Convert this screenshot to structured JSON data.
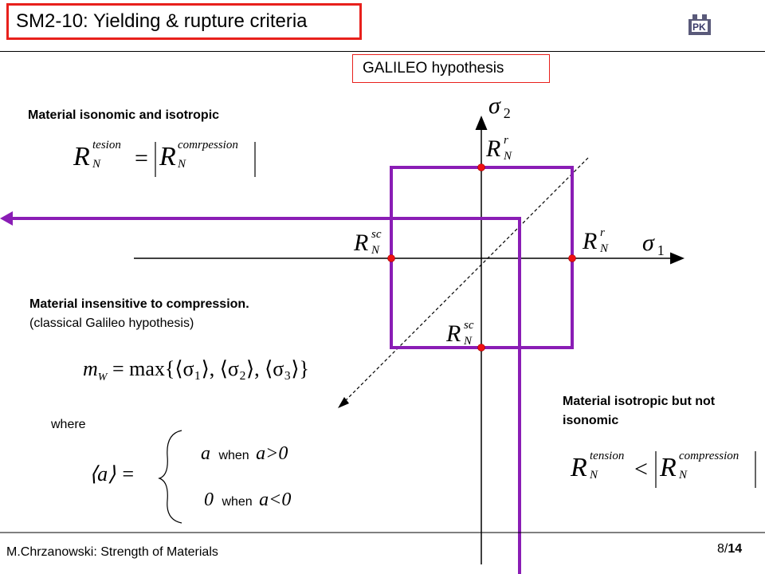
{
  "header": {
    "title": "SM2-10: Yielding & rupture criteria",
    "logo_text": "PK"
  },
  "tag": "GALILEO hypothesis",
  "notes": {
    "isonomic": "Material isonomic and isotropic",
    "insensitive": "Material insensitive to compression.",
    "classical": "(classical Galileo hypothesis)",
    "not_isonomic_1": "Material isotropic but not",
    "not_isonomic_2": "isonomic",
    "where": "where"
  },
  "formulas": {
    "R": "R",
    "N": "N",
    "tesion": "tesion",
    "comrpession": "comrpession",
    "tension": "tension",
    "compression": "compression",
    "r": "r",
    "sc": "sc",
    "sigma1": "σ",
    "sigma1_sub": "1",
    "sigma2": "σ",
    "sigma2_sub": "2",
    "mw": "m",
    "mw_sub": "W",
    "mw_rhs": "= max{⟨σ₁⟩, ⟨σ₂⟩, ⟨σ₃⟩}",
    "bracket_a": "⟨a⟩ =",
    "case1_val": "a",
    "case1_when": "when",
    "case1_cond": "a>0",
    "case2_val": "0",
    "case2_when": "when",
    "case2_cond": "a<0",
    "eq": "=",
    "lt": "<"
  },
  "footer": {
    "author": "M.Chrzanowski: Strength of Materials",
    "page": "8/",
    "total": "14"
  },
  "colors": {
    "accent_red": "#e8201c",
    "purple": "#8a1db5",
    "point": "#ee1111"
  }
}
